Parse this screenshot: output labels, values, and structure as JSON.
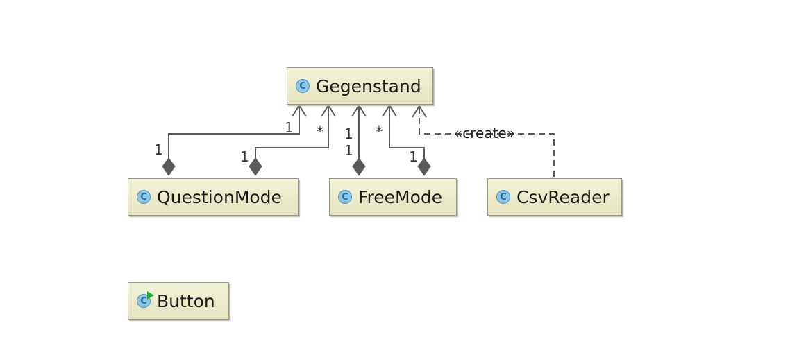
{
  "classes": {
    "gegenstand": "Gegenstand",
    "question_mode": "QuestionMode",
    "free_mode": "FreeMode",
    "csv_reader": "CsvReader",
    "button": "Button"
  },
  "class_icon": {
    "glyph": "C",
    "name": "class-icon"
  },
  "relations": {
    "qm_composition": {
      "source_mult": "1",
      "target_mult": "1"
    },
    "qm_composition_many": {
      "source_mult": "1",
      "target_mult": "*"
    },
    "fm_composition": {
      "source_mult": "1",
      "target_mult": "1"
    },
    "fm_composition_many": {
      "source_mult": "1",
      "target_mult": "*"
    },
    "csv_dependency": {
      "stereotype": "«create»"
    }
  },
  "colors": {
    "node_fill": "#e9e9c9",
    "edge": "#5a5a5a",
    "icon": "#8ec6e8",
    "run_badge": "#2eaa3a"
  }
}
